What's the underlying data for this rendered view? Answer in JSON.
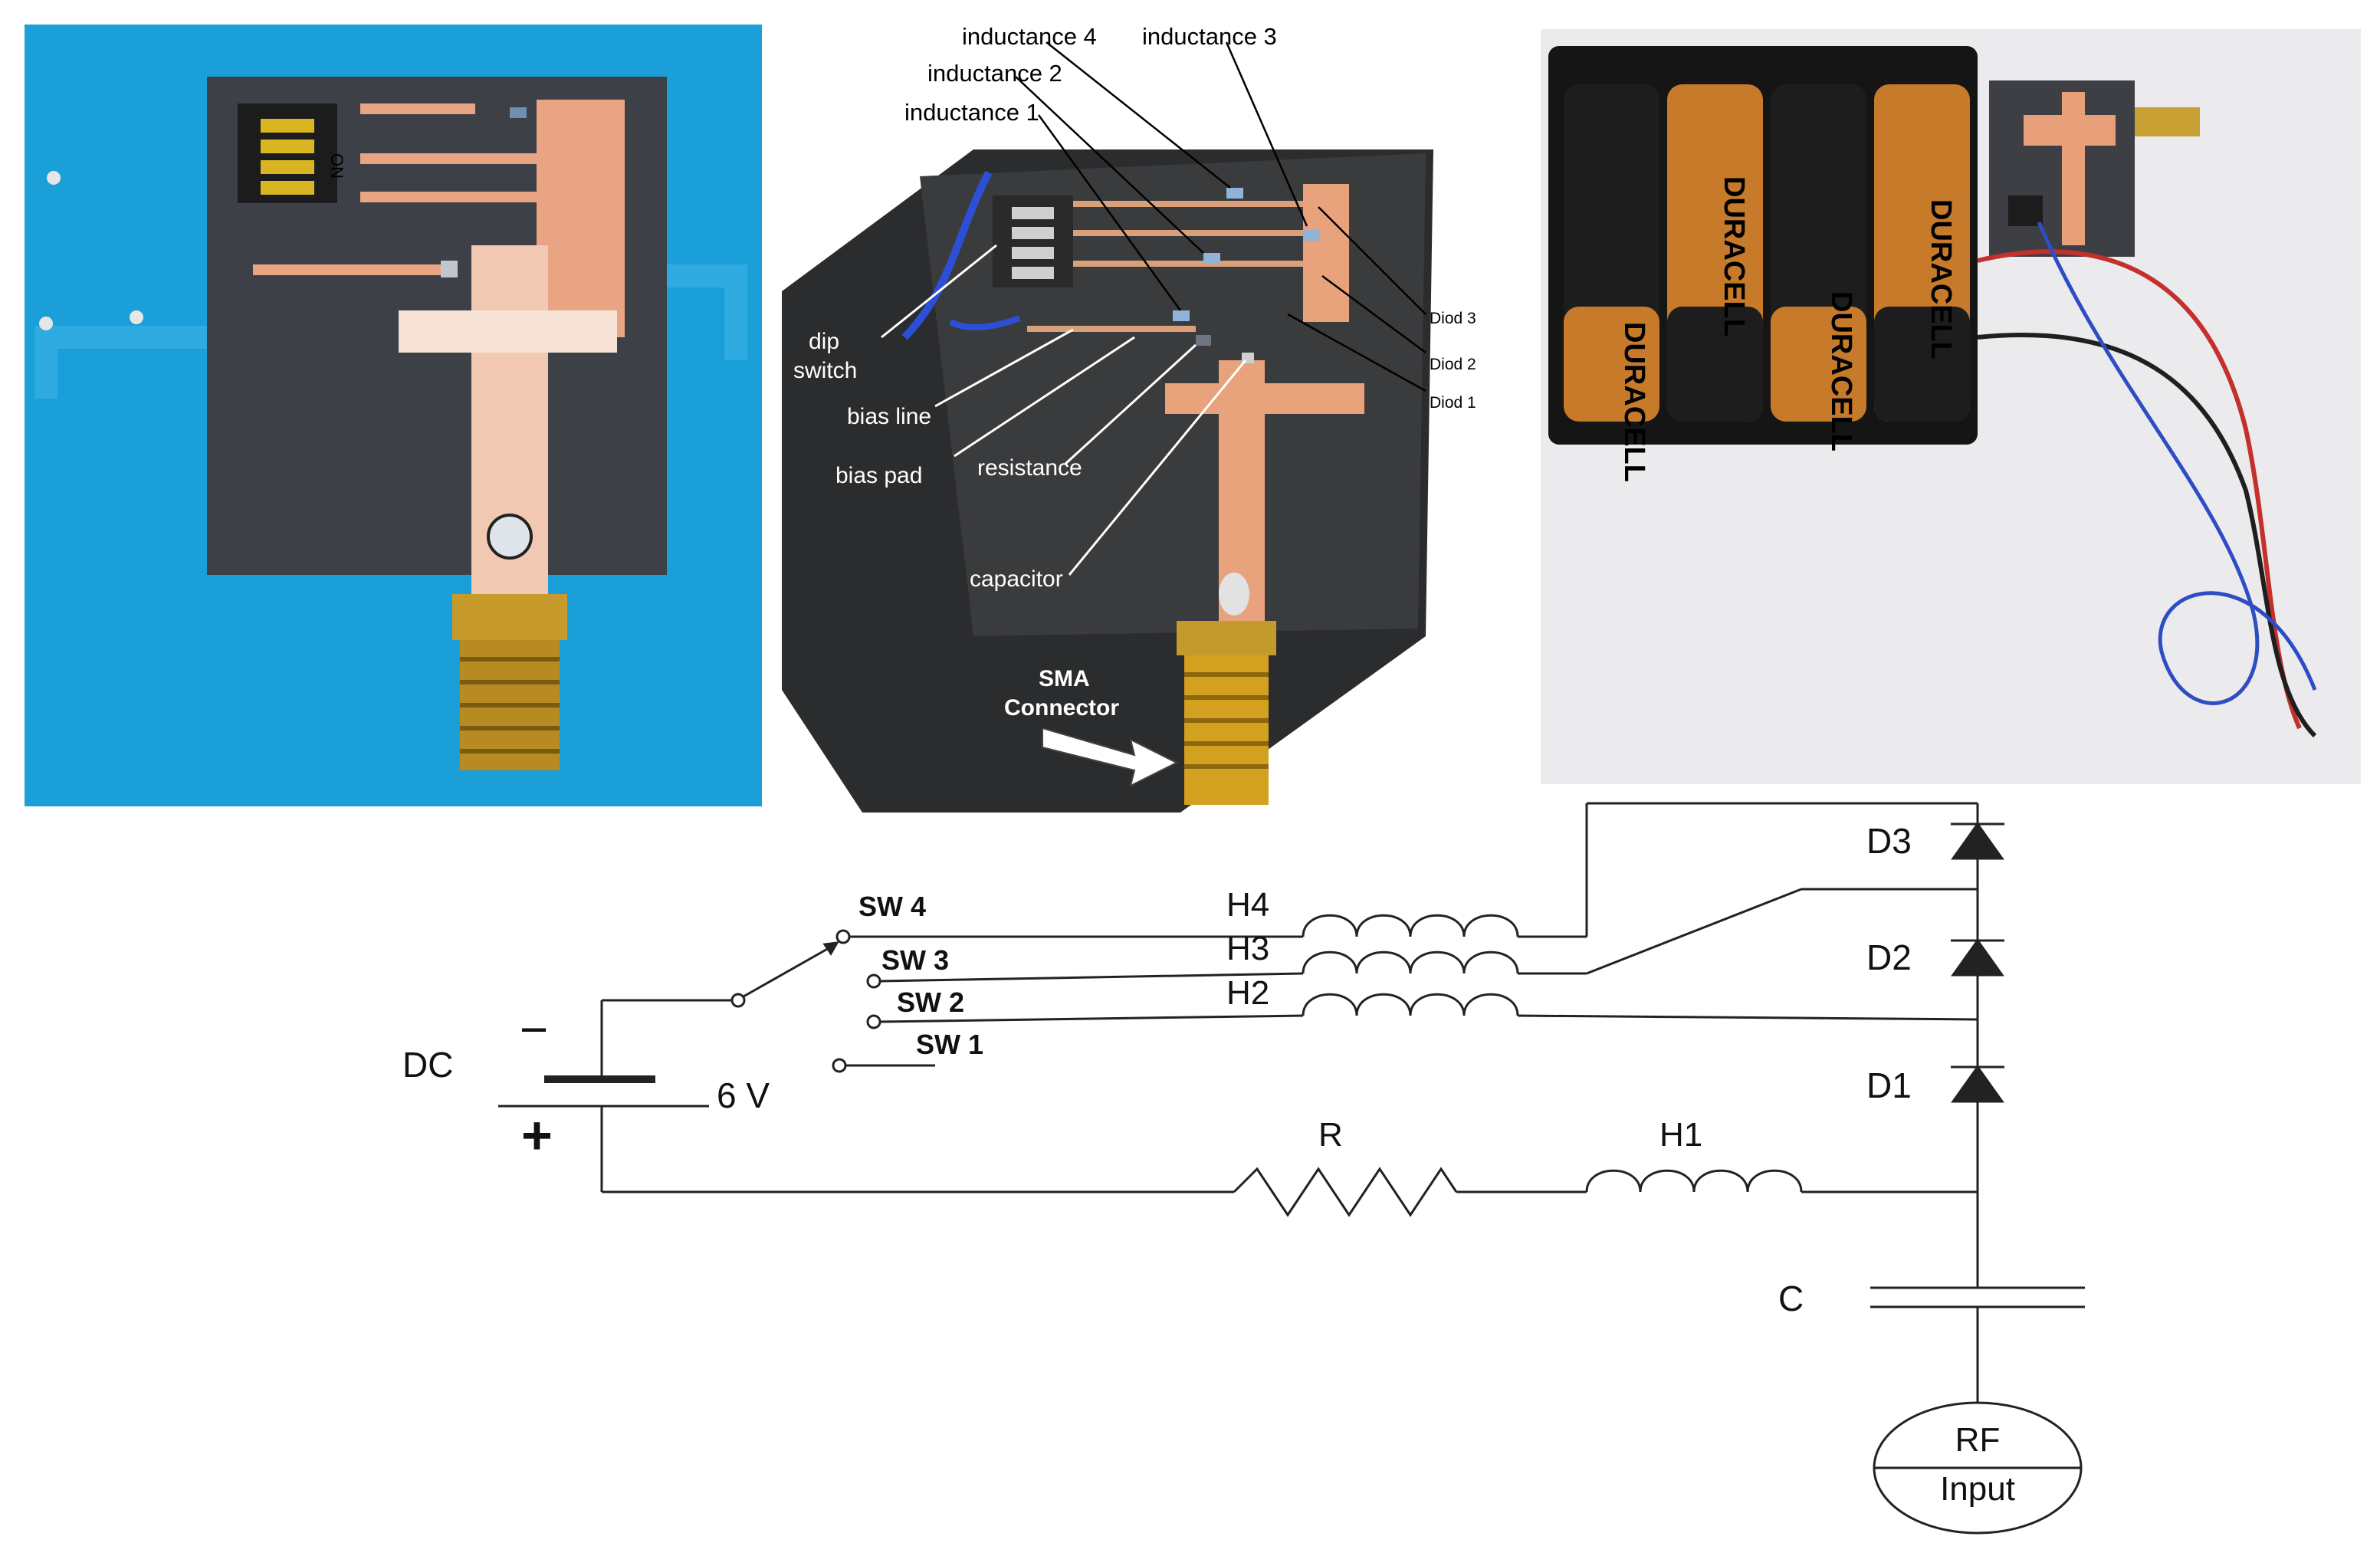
{
  "photo_left": {
    "dip_label": "ON"
  },
  "photo_middle": {
    "labels": {
      "inductance_4": "inductance 4",
      "inductance_3": "inductance 3",
      "inductance_2": "inductance 2",
      "inductance_1": "inductance 1",
      "dip_switch_line1": "dip",
      "dip_switch_line2": "switch",
      "bias_line": "bias line",
      "bias_pad": "bias pad",
      "resistance": "resistance",
      "capacitor": "capacitor",
      "sma_line1": "SMA",
      "sma_line2": "Connector",
      "diod_3": "Diod 3",
      "diod_2": "Diod 2",
      "diod_1": "Diod 1"
    }
  },
  "photo_right": {
    "battery_brand": "DURACELL"
  },
  "schematic": {
    "dc_label": "DC",
    "voltage": "6 V",
    "minus": "−",
    "plus": "+",
    "sw4": "SW 4",
    "sw3": "SW 3",
    "sw2": "SW 2",
    "sw1": "SW 1",
    "h4": "H4",
    "h3": "H3",
    "h2": "H2",
    "h1": "H1",
    "r": "R",
    "c": "C",
    "d3": "D3",
    "d2": "D2",
    "d1": "D1",
    "rf_line1": "RF",
    "rf_line2": "Input"
  }
}
